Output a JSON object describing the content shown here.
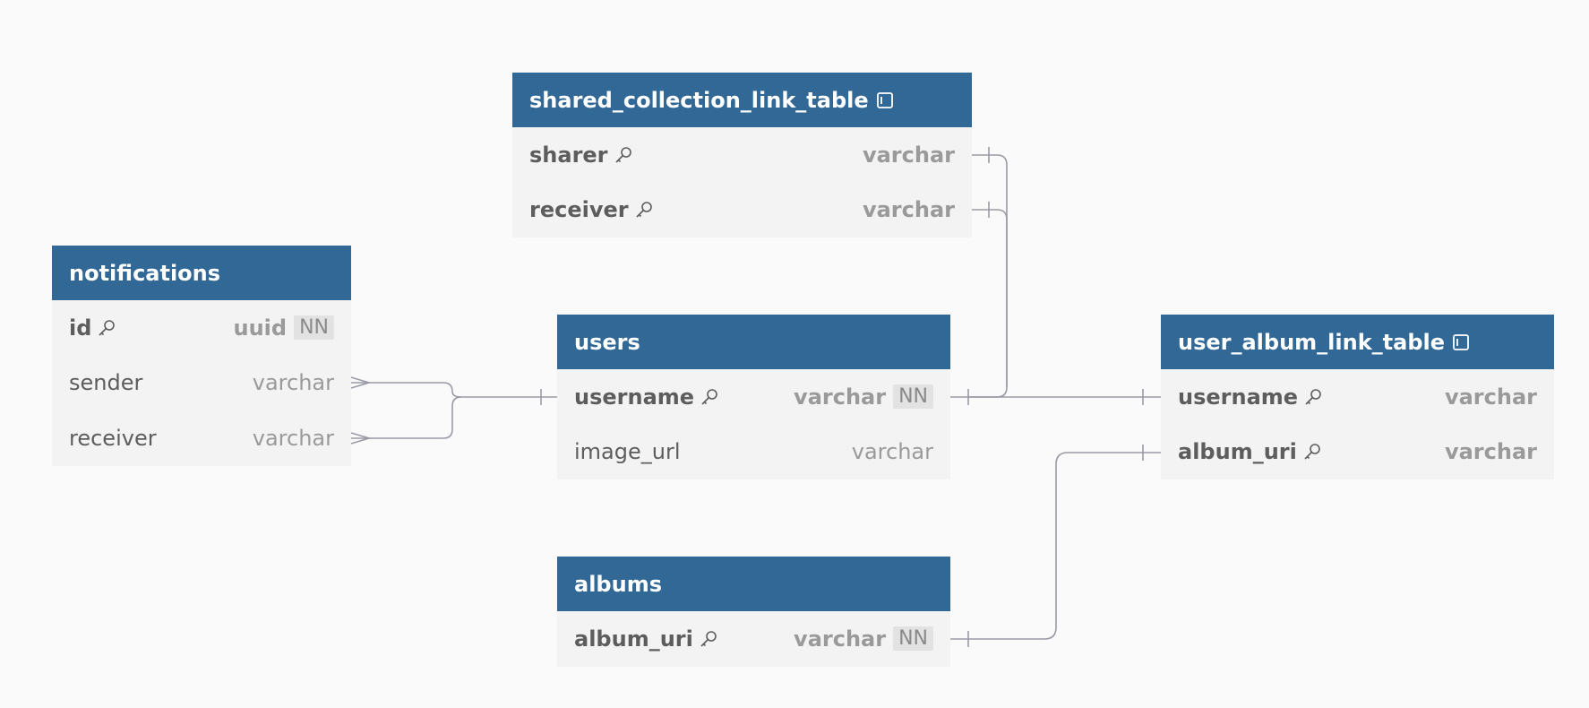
{
  "tables": {
    "shared_collection": {
      "name": "shared_collection_link_table",
      "fields": [
        {
          "name": "sharer",
          "type": "varchar"
        },
        {
          "name": "receiver",
          "type": "varchar"
        }
      ]
    },
    "notifications": {
      "name": "notifications",
      "fields": [
        {
          "name": "id",
          "type": "uuid",
          "nn": "NN"
        },
        {
          "name": "sender",
          "type": "varchar"
        },
        {
          "name": "receiver",
          "type": "varchar"
        }
      ]
    },
    "users": {
      "name": "users",
      "fields": [
        {
          "name": "username",
          "type": "varchar",
          "nn": "NN"
        },
        {
          "name": "image_url",
          "type": "varchar"
        }
      ]
    },
    "user_album": {
      "name": "user_album_link_table",
      "fields": [
        {
          "name": "username",
          "type": "varchar"
        },
        {
          "name": "album_uri",
          "type": "varchar"
        }
      ]
    },
    "albums": {
      "name": "albums",
      "fields": [
        {
          "name": "album_uri",
          "type": "varchar",
          "nn": "NN"
        }
      ]
    }
  },
  "colors": {
    "header": "#316896",
    "body": "#f3f3f3",
    "connector": "#9a9aa6",
    "background": "#fafafa"
  },
  "icons": {
    "primary_key": "key-icon",
    "table_note": "note-icon"
  }
}
